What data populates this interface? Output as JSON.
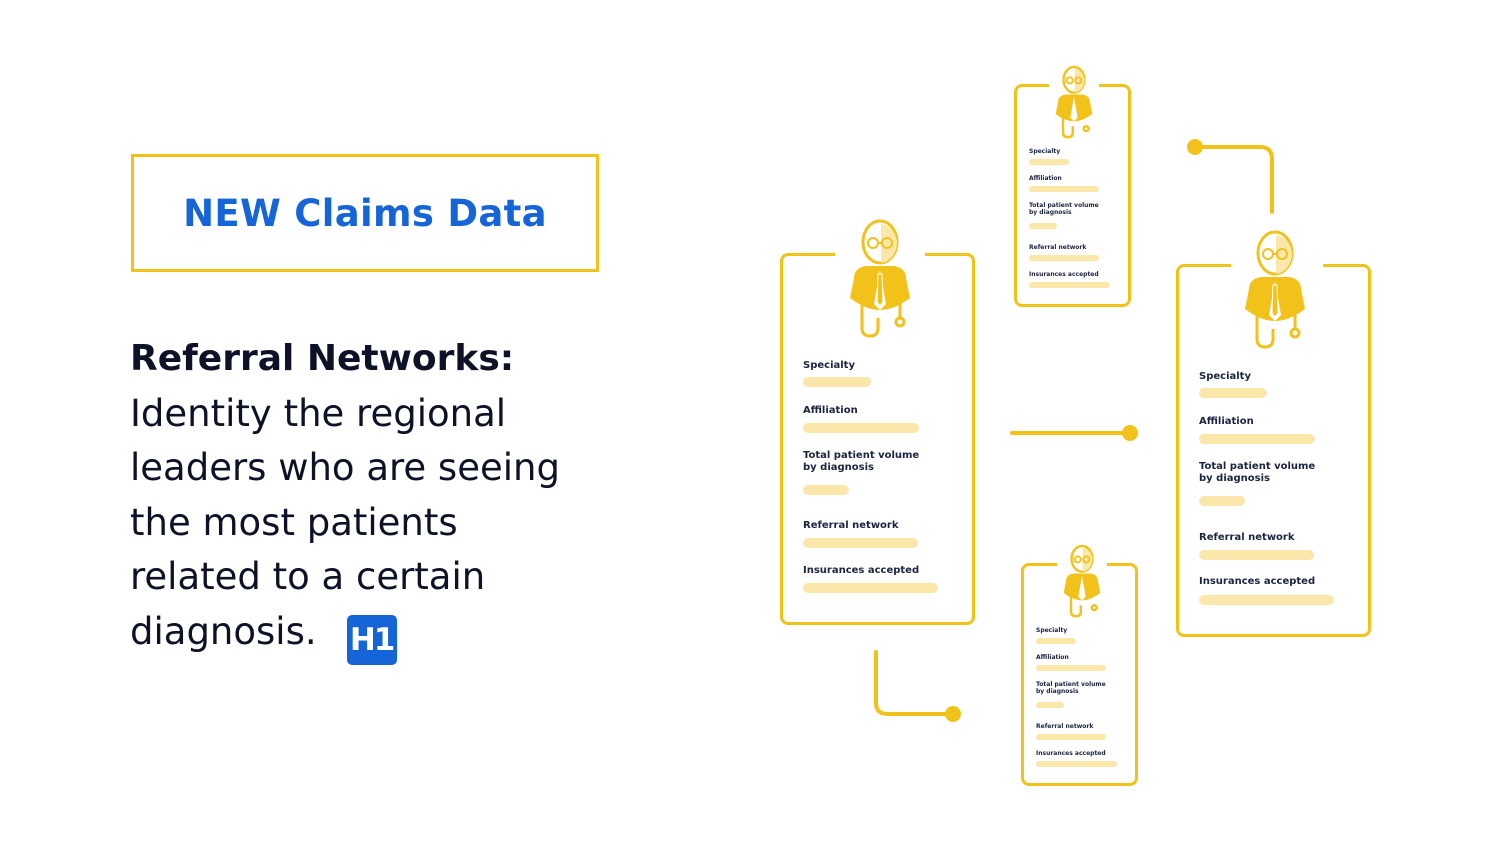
{
  "badge": {
    "text": "NEW Claims Data"
  },
  "description": {
    "title": "Referral Networks:",
    "lines": [
      "Identity the regional",
      "leaders who are seeing",
      "the most patients",
      "related to a certain",
      "diagnosis."
    ],
    "logo_text": "H1"
  },
  "profile_card": {
    "fields": [
      "Specialty",
      "Affiliation",
      "Total patient volume",
      "by diagnosis",
      "Referral network",
      "Insurances accepted"
    ]
  },
  "colors": {
    "accent": "#f2c21b",
    "bar": "#fbe7a9",
    "brand_blue": "#1565d8",
    "text_dark": "#0d1226"
  },
  "icons": [
    "doctor-avatar-icon",
    "stethoscope-icon",
    "h1-logo-icon"
  ]
}
